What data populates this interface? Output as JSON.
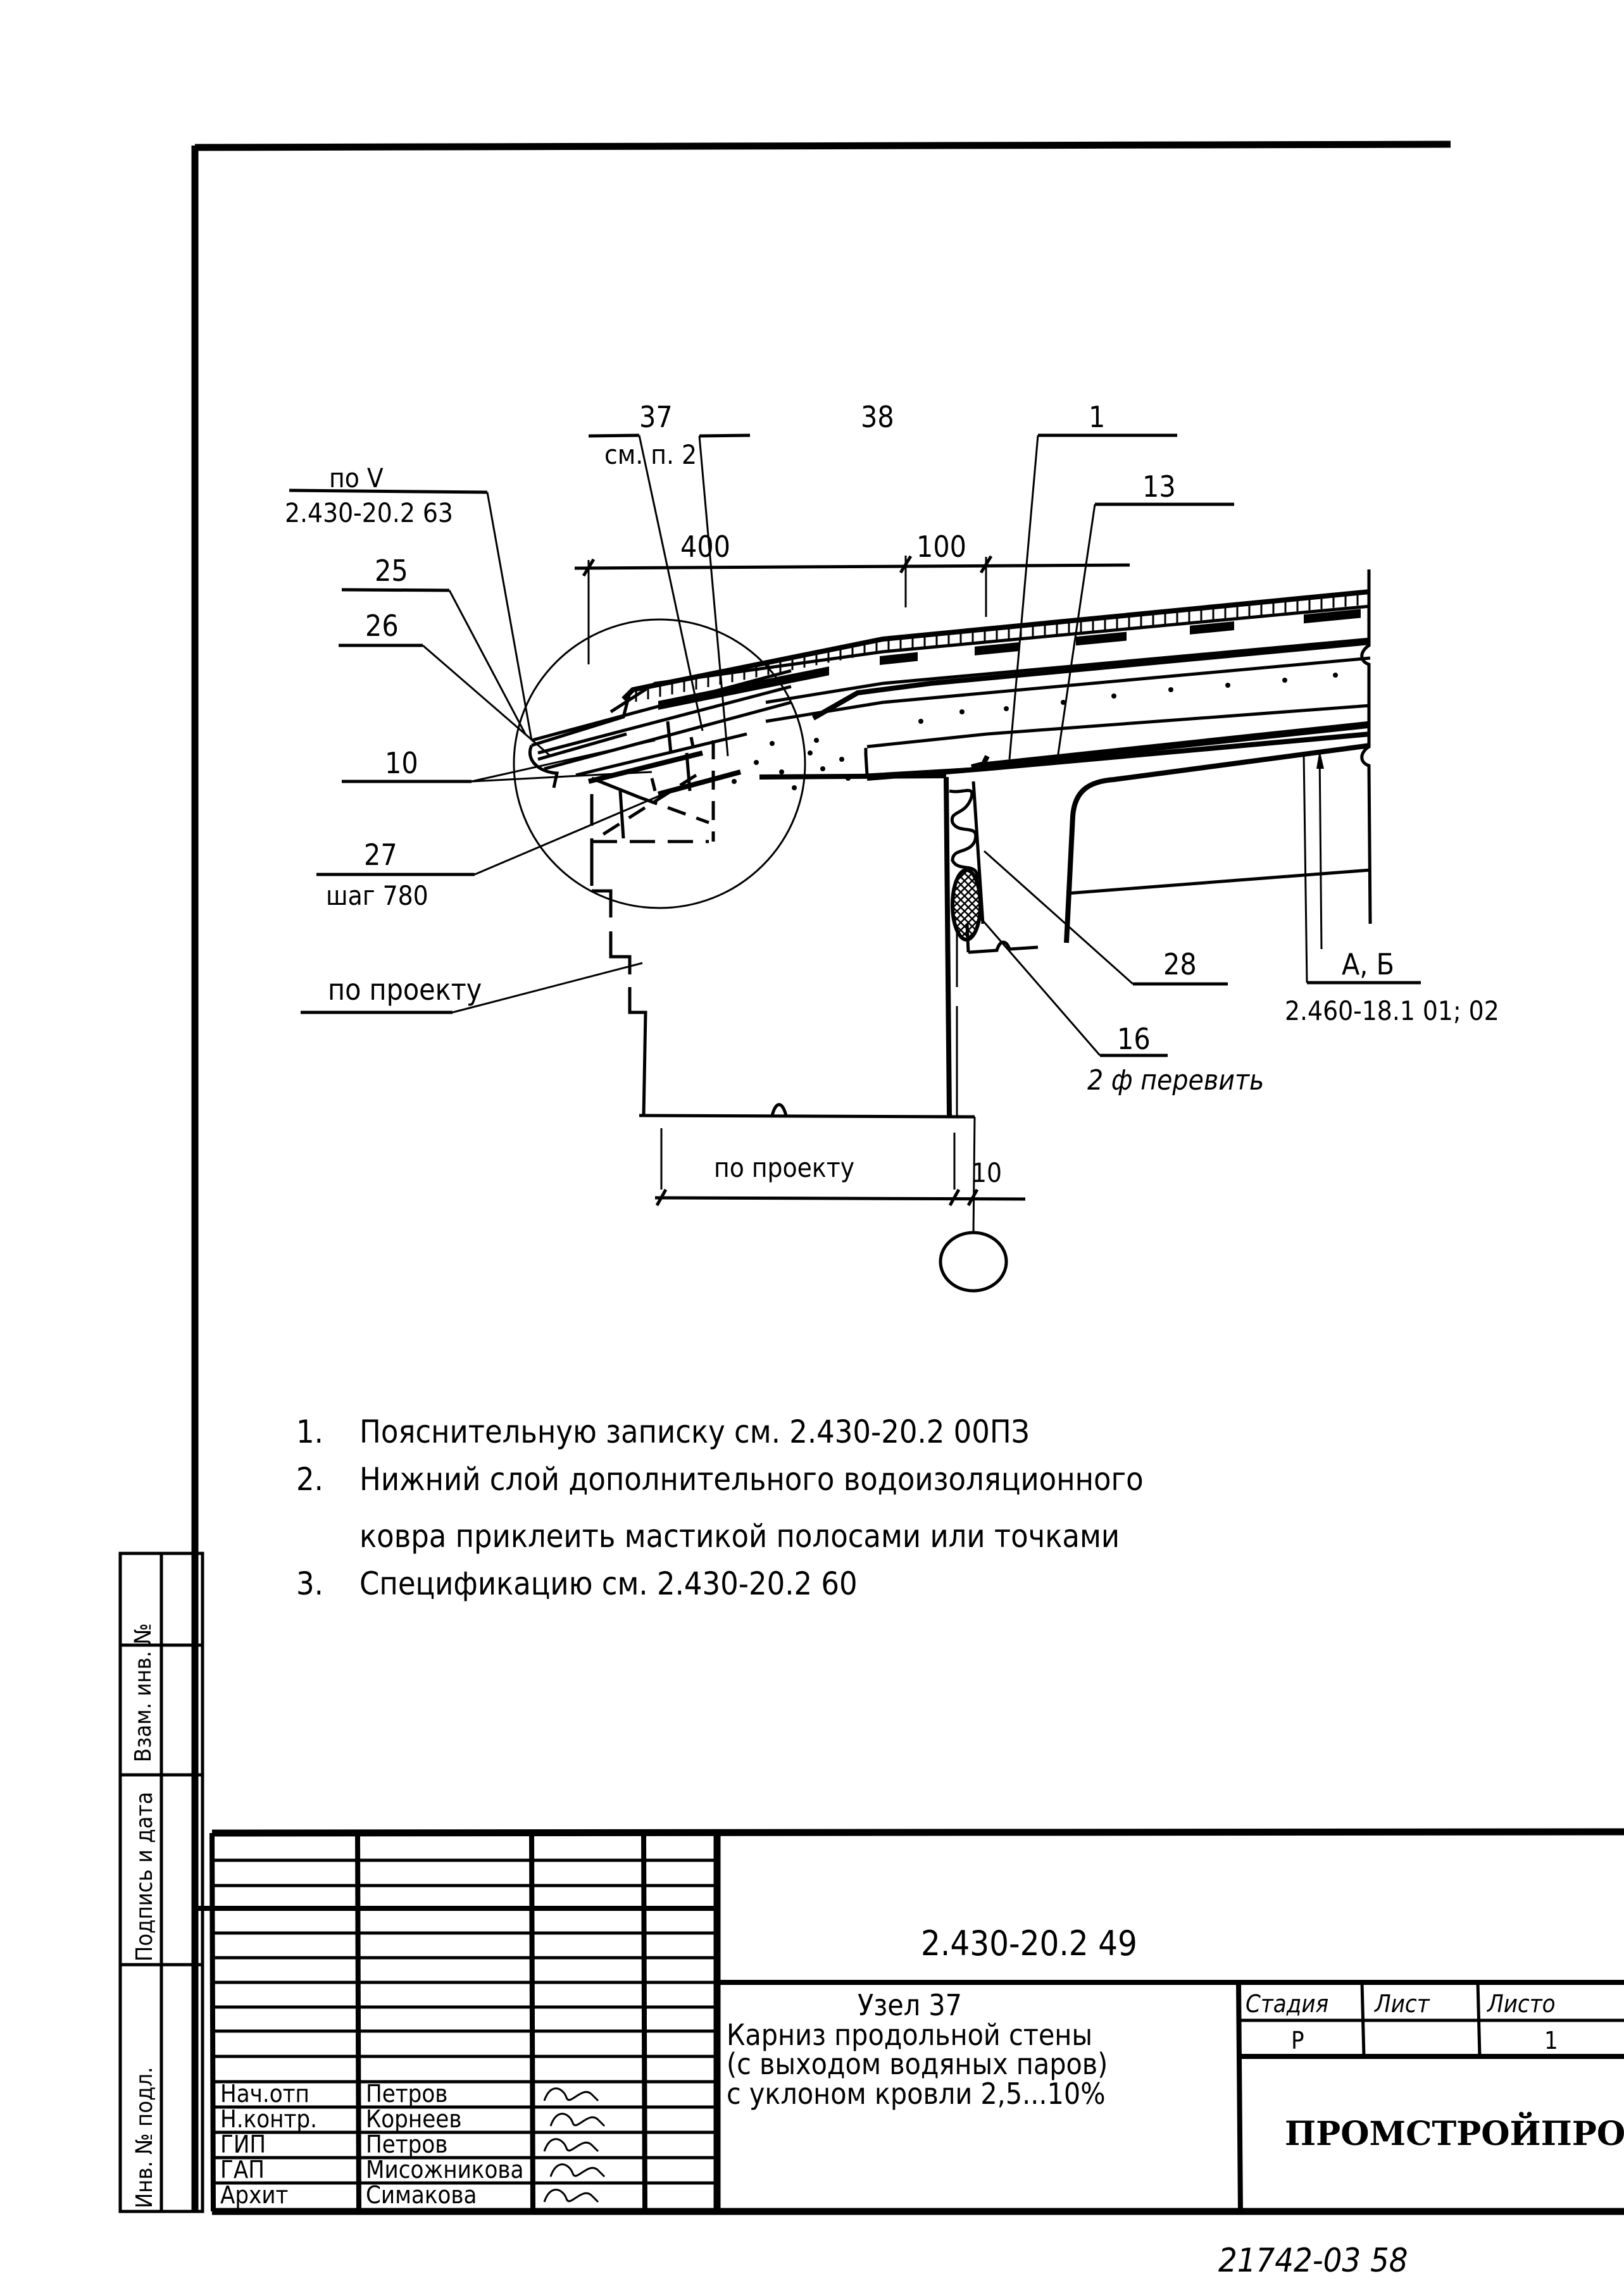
{
  "drawing": {
    "node_title": "Узел 37",
    "callouts": {
      "ref_v_top": "по V",
      "ref_v_bottom": "2.430-20.2 63",
      "c37_top": "37",
      "c37_bottom": "см. п. 2",
      "c38": "38",
      "c1": "1",
      "c13": "13",
      "c25": "25",
      "c26": "26",
      "c10": "10",
      "c27_top": "27",
      "c27_bottom": "шаг 780",
      "po_proektu_left": "по проекту",
      "c28": "28",
      "ab_top": "А, Б",
      "ab_bottom": "2.460-18.1 01; 02",
      "c16_top": "16",
      "c16_bottom": "2 ф перевить"
    },
    "dimensions": {
      "d400": "400",
      "d100": "100",
      "po_proektu_bottom": "по проекту",
      "d10": "10"
    }
  },
  "notes": [
    {
      "num": "1.",
      "text": "Пояснительную записку см. 2.430-20.2 00ПЗ"
    },
    {
      "num": "2.",
      "text": "Нижний слой дополнительного водоизоляционного"
    },
    {
      "num": "",
      "text": "ковра приклеить мастикой полосами или точками"
    },
    {
      "num": "3.",
      "text": "Спецификацию см. 2.430-20.2 60"
    }
  ],
  "side_stamp": {
    "vzam": "Взам. инв. №",
    "podpis": "Подпись и дата",
    "inv": "Инв. № подл."
  },
  "title_block": {
    "doc_code": "2.430-20.2 49",
    "staff": [
      {
        "role": "Нач.отп",
        "name": "Петров"
      },
      {
        "role": "Н.контр.",
        "name": "Корнеев"
      },
      {
        "role": "ГИП",
        "name": "Петров"
      },
      {
        "role": "ГАП",
        "name": "Мисожникова"
      },
      {
        "role": "Архит",
        "name": "Симакова"
      }
    ],
    "title_lines": [
      "Узел 37",
      "Карниз продольной стены",
      "(с выходом водяных паров)",
      "с уклоном кровли 2,5...10%"
    ],
    "stage_header": "Стадия",
    "sheet_header": "Лист",
    "sheets_header": "Листо",
    "stage_value": "Р",
    "sheet_value": "",
    "sheets_value": "1",
    "organization": "ПРОМСТРОЙПРОЕК"
  },
  "footer_code": "21742-03 58"
}
